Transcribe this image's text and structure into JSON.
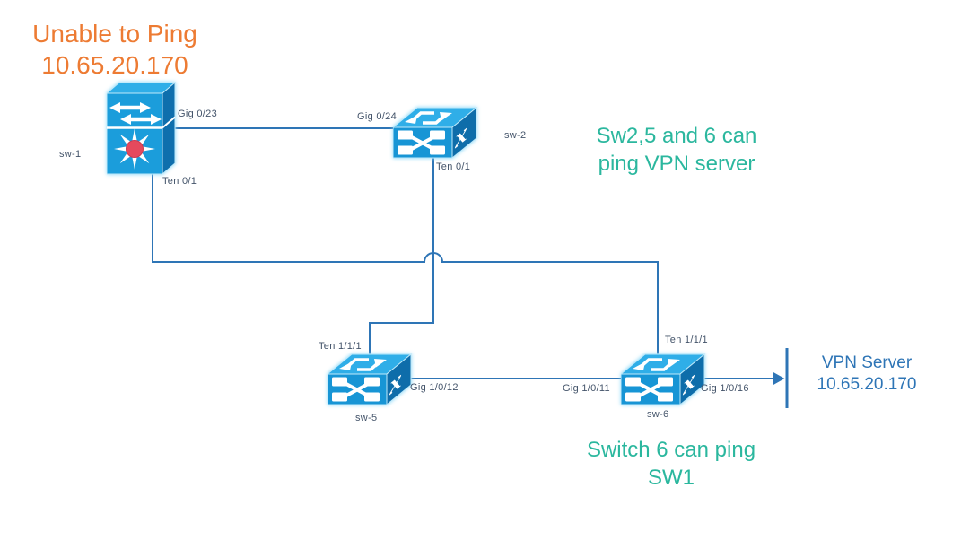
{
  "diagram": {
    "title": {
      "line1": "Unable to Ping",
      "line2": "10.65.20.170"
    },
    "notes": {
      "vpn_reachable": {
        "line1": "Sw2,5 and 6 can",
        "line2": "ping VPN server"
      },
      "sw6_ping": {
        "line1": "Switch 6 can ping",
        "line2": "SW1"
      }
    },
    "vpn_server": {
      "line1": "VPN Server",
      "line2": "10.65.20.170"
    },
    "switches": {
      "sw1": {
        "name": "sw-1",
        "icon": "multilayer-switch-icon",
        "ports": {
          "uplink": "Gig 0/23",
          "ten": "Ten 0/1"
        }
      },
      "sw2": {
        "name": "sw-2",
        "icon": "workgroup-switch-icon",
        "ports": {
          "uplink": "Gig 0/24",
          "ten": "Ten 0/1"
        }
      },
      "sw5": {
        "name": "sw-5",
        "icon": "workgroup-switch-icon",
        "ports": {
          "ten": "Ten 1/1/1",
          "right": "Gig 1/0/12"
        }
      },
      "sw6": {
        "name": "sw-6",
        "icon": "workgroup-switch-icon",
        "ports": {
          "ten": "Ten 1/1/1",
          "left": "Gig 1/0/11",
          "right": "Gig 1/0/16"
        }
      }
    },
    "colors": {
      "title_orange": "#ED7B33",
      "note_teal": "#2BB79E",
      "link_blue": "#2E75B6",
      "label_slate": "#44546A",
      "switch_front": "#1795D5",
      "switch_top": "#2FAEE8",
      "switch_side": "#0E6DAA",
      "hub_red": "#E5495D"
    }
  }
}
